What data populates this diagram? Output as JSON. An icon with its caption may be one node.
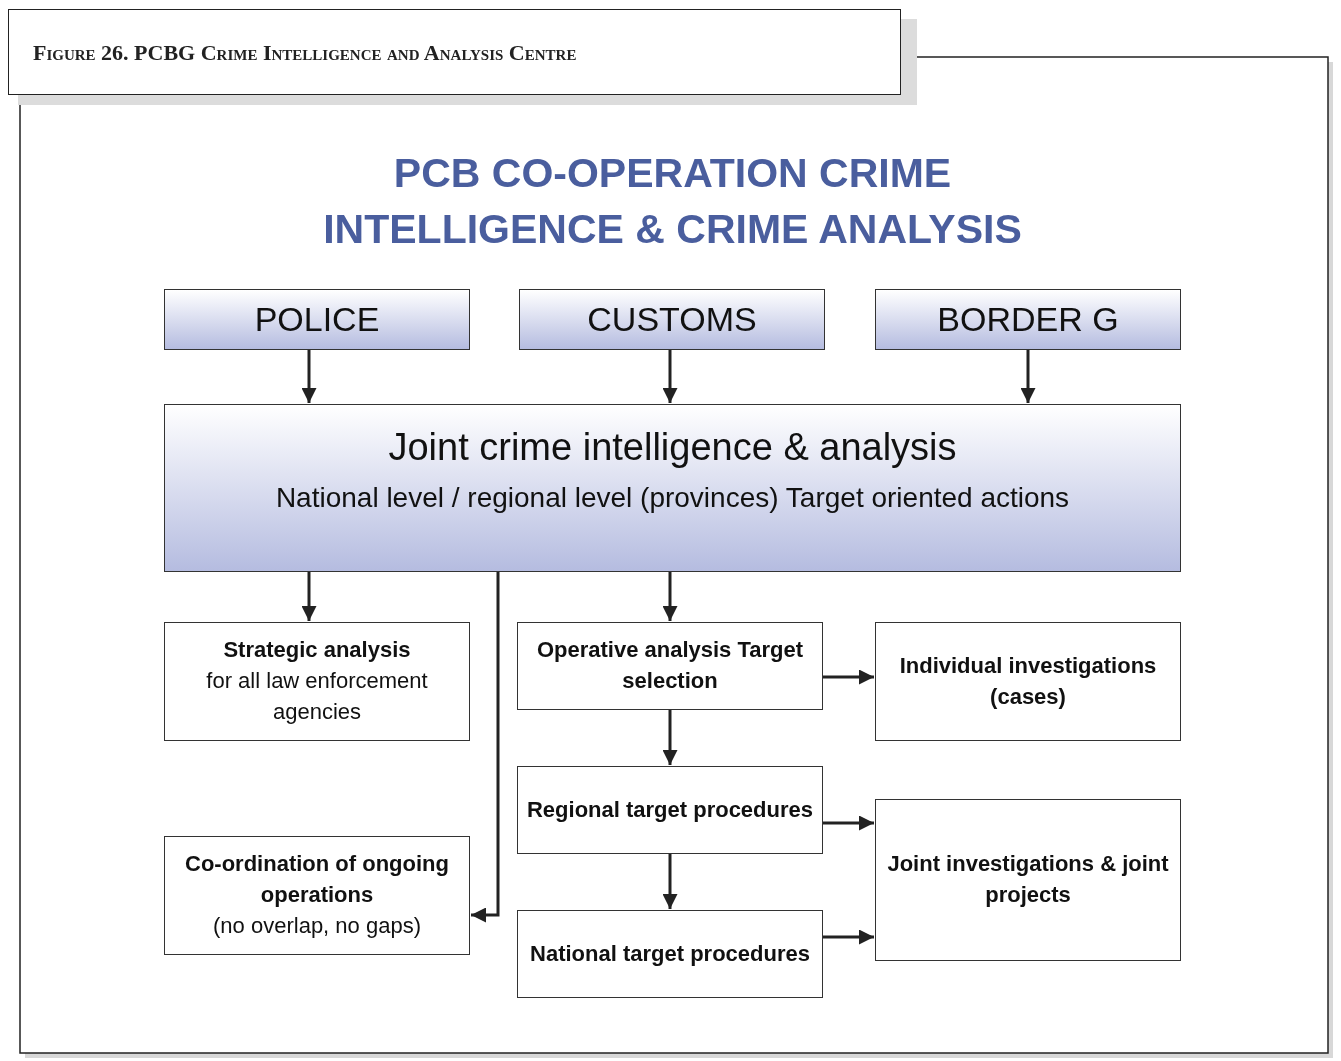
{
  "diagram": {
    "title": "Figure 26. PCBG Crime Intelligence and Analysis Centre",
    "nodes": [
      {
        "text": [
          "POLICE"
        ]
      },
      {
        "text": [
          "CUSTOMS"
        ]
      },
      {
        "text": [
          "BORDER G"
        ]
      },
      {
        "text": [
          "Joint crime intelligence & analysis",
          "National level / regional level (provinces) Target oriented actions"
        ]
      },
      {
        "text": [
          "Strategic analysis",
          "for all law enforcement agencies"
        ]
      },
      {
        "text": [
          "Operative analysis Target selection"
        ]
      },
      {
        "text": [
          "Individual investigations (cases)"
        ]
      },
      {
        "text": [
          "Regional target procedures"
        ]
      },
      {
        "text": [
          "Joint investigations & joint projects"
        ]
      },
      {
        "text": [
          "Co-ordination of ongoing operations",
          "(no overlap, no gaps)"
        ]
      },
      {
        "text": [
          "National target procedures"
        ]
      }
    ],
    "edges": [
      {
        "from": 0,
        "to": 3,
        "arrow": "to"
      },
      {
        "from": 1,
        "to": 3,
        "arrow": "to"
      },
      {
        "from": 2,
        "to": 3,
        "arrow": "to"
      },
      {
        "from": 3,
        "to": 4,
        "arrow": "to"
      },
      {
        "from": 3,
        "to": 5,
        "arrow": "to"
      },
      {
        "from": 3,
        "to": 9,
        "arrow": "to"
      },
      {
        "from": 5,
        "to": 6,
        "arrow": "to"
      },
      {
        "from": 5,
        "to": 7,
        "arrow": "to"
      },
      {
        "from": 7,
        "to": 8,
        "arrow": "to"
      },
      {
        "from": 7,
        "to": 10,
        "arrow": "to"
      },
      {
        "from": 10,
        "to": 8,
        "arrow": "to"
      }
    ],
    "labels": [
      "PCB CO-OPERATION CRIME INTELLIGENCE & CRIME ANALYSIS"
    ]
  }
}
